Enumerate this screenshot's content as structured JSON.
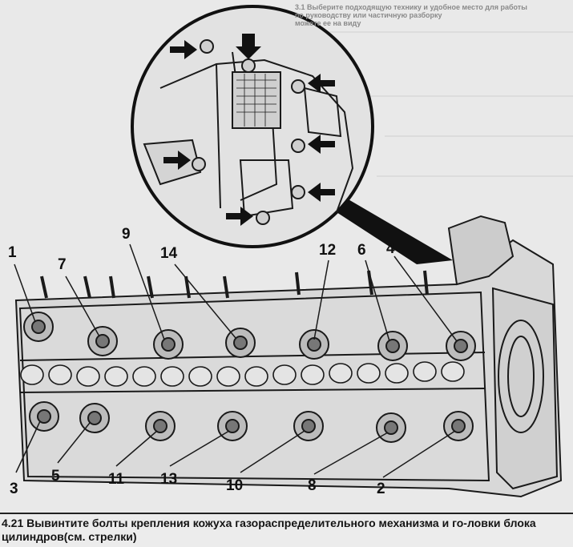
{
  "figure": {
    "background_text": "3.1 Выберите подходящую технику и удобное место для работы\nпо руководству или частичную разборку\nможете ее на виду",
    "labels": [
      {
        "id": "1",
        "text": "1"
      },
      {
        "id": "7",
        "text": "7"
      },
      {
        "id": "9",
        "text": "9"
      },
      {
        "id": "14",
        "text": "14"
      },
      {
        "id": "12",
        "text": "12"
      },
      {
        "id": "6",
        "text": "6"
      },
      {
        "id": "4",
        "text": "4"
      },
      {
        "id": "3",
        "text": "3"
      },
      {
        "id": "5",
        "text": "5"
      },
      {
        "id": "11",
        "text": "11"
      },
      {
        "id": "13",
        "text": "13"
      },
      {
        "id": "10",
        "text": "10"
      },
      {
        "id": "8",
        "text": "8"
      },
      {
        "id": "2",
        "text": "2"
      }
    ]
  },
  "caption": {
    "text": "4.21 Вывинтите болты крепления кожуха газораспределительного механизма и го-ловки блока цилиндров(см. стрелки)"
  },
  "colors": {
    "ink": "#141414",
    "paper": "#e9e9e9",
    "faded_text": "#8a8a8a"
  }
}
